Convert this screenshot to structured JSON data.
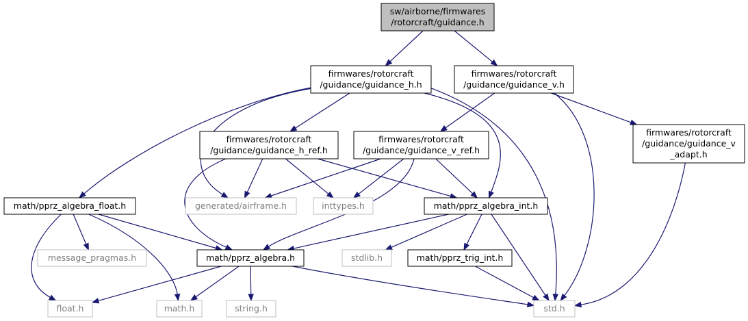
{
  "nodes": [
    {
      "id": "root",
      "lines": [
        "sw/airborne/firmwares",
        "/rotorcraft/guidance.h"
      ],
      "style": "root"
    },
    {
      "id": "guidance_h",
      "lines": [
        "firmwares/rotorcraft",
        "/guidance/guidance_h.h"
      ],
      "style": "normal"
    },
    {
      "id": "guidance_v",
      "lines": [
        "firmwares/rotorcraft",
        "/guidance/guidance_v.h"
      ],
      "style": "normal"
    },
    {
      "id": "guidance_h_ref",
      "lines": [
        "firmwares/rotorcraft",
        "/guidance/guidance_h_ref.h"
      ],
      "style": "normal"
    },
    {
      "id": "guidance_v_ref",
      "lines": [
        "firmwares/rotorcraft",
        "/guidance/guidance_v_ref.h"
      ],
      "style": "normal"
    },
    {
      "id": "guidance_v_adapt",
      "lines": [
        "firmwares/rotorcraft",
        "/guidance/guidance_v",
        "_adapt.h"
      ],
      "style": "normal"
    },
    {
      "id": "algebra_float",
      "lines": [
        "math/pprz_algebra_float.h"
      ],
      "style": "normal"
    },
    {
      "id": "airframe",
      "lines": [
        "generated/airframe.h"
      ],
      "style": "gray"
    },
    {
      "id": "inttypes",
      "lines": [
        "inttypes.h"
      ],
      "style": "gray"
    },
    {
      "id": "algebra_int",
      "lines": [
        "math/pprz_algebra_int.h"
      ],
      "style": "normal"
    },
    {
      "id": "message_pragmas",
      "lines": [
        "message_pragmas.h"
      ],
      "style": "gray"
    },
    {
      "id": "algebra",
      "lines": [
        "math/pprz_algebra.h"
      ],
      "style": "normal"
    },
    {
      "id": "stdlib",
      "lines": [
        "stdlib.h"
      ],
      "style": "gray"
    },
    {
      "id": "trig_int",
      "lines": [
        "math/pprz_trig_int.h"
      ],
      "style": "normal"
    },
    {
      "id": "float_h",
      "lines": [
        "float.h"
      ],
      "style": "gray"
    },
    {
      "id": "math_h",
      "lines": [
        "math.h"
      ],
      "style": "gray"
    },
    {
      "id": "string_h",
      "lines": [
        "string.h"
      ],
      "style": "gray"
    },
    {
      "id": "std_h",
      "lines": [
        "std.h"
      ],
      "style": "gray"
    }
  ],
  "edges": [
    [
      "root",
      "guidance_h"
    ],
    [
      "root",
      "guidance_v"
    ],
    [
      "guidance_h",
      "guidance_h_ref"
    ],
    [
      "guidance_h",
      "algebra_float"
    ],
    [
      "guidance_h",
      "airframe"
    ],
    [
      "guidance_h",
      "algebra_int"
    ],
    [
      "guidance_h",
      "std_h"
    ],
    [
      "guidance_v",
      "guidance_v_ref"
    ],
    [
      "guidance_v",
      "guidance_v_adapt"
    ],
    [
      "guidance_v",
      "std_h"
    ],
    [
      "guidance_h_ref",
      "airframe"
    ],
    [
      "guidance_h_ref",
      "inttypes"
    ],
    [
      "guidance_h_ref",
      "algebra_int"
    ],
    [
      "guidance_h_ref",
      "algebra"
    ],
    [
      "guidance_v_ref",
      "airframe"
    ],
    [
      "guidance_v_ref",
      "inttypes"
    ],
    [
      "guidance_v_ref",
      "algebra_int"
    ],
    [
      "guidance_v_ref",
      "algebra"
    ],
    [
      "guidance_v_adapt",
      "std_h"
    ],
    [
      "algebra_float",
      "message_pragmas"
    ],
    [
      "algebra_float",
      "algebra"
    ],
    [
      "algebra_float",
      "float_h"
    ],
    [
      "algebra_float",
      "math_h"
    ],
    [
      "algebra_int",
      "algebra"
    ],
    [
      "algebra_int",
      "stdlib"
    ],
    [
      "algebra_int",
      "trig_int"
    ],
    [
      "algebra_int",
      "std_h"
    ],
    [
      "algebra",
      "float_h"
    ],
    [
      "algebra",
      "math_h"
    ],
    [
      "algebra",
      "string_h"
    ],
    [
      "algebra",
      "std_h"
    ],
    [
      "trig_int",
      "std_h"
    ]
  ],
  "colors": {
    "edge": "#191970",
    "node_border": "#000000",
    "gray_border": "#bfbfbf",
    "gray_text": "#7f7f7f",
    "root_fill": "#bfbfbf"
  }
}
